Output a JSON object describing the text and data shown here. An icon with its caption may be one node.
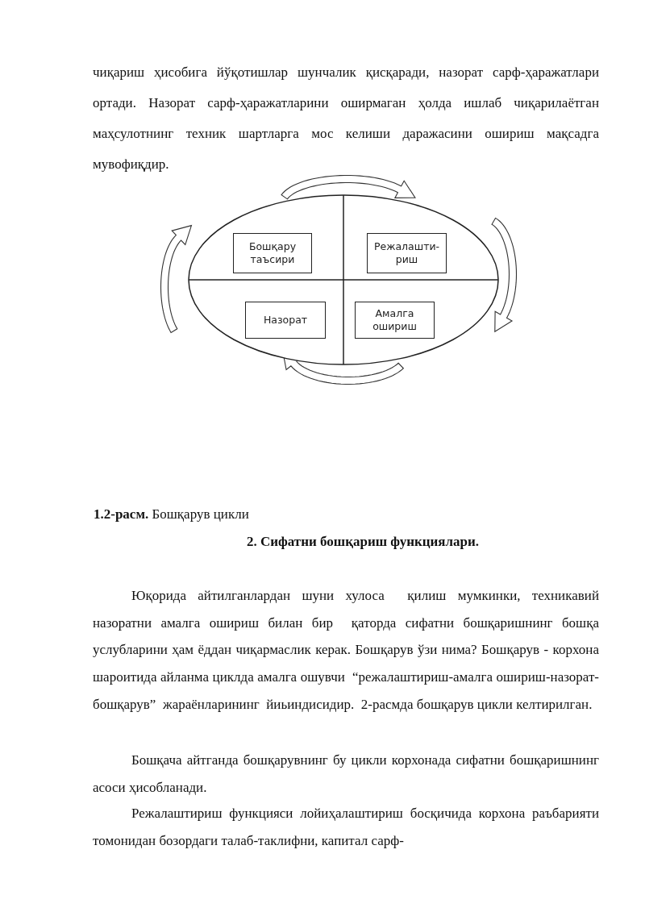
{
  "diagram": {
    "caption": "**1.2-расм.** Бошқарув цикли",
    "nodes": [
      {
        "text": [],
        "shape": "ellipse"
      },
      {
        "text": [
          "Бошқару таъсири"
        ],
        "in": 0
      },
      {
        "text": [
          "Режалашти- риш"
        ],
        "in": 0
      },
      {
        "text": [
          "Назорат"
        ],
        "in": 0
      },
      {
        "text": [
          "Амалга ошириш"
        ],
        "in": 0
      }
    ],
    "labels": [
      "чиқариш ҳисобига йўқотишлар шунчалик қисқаради, назорат сарф-ҳаражатлари ортади. Назорат сарф-ҳаражатларини оширмаган ҳолда ишлаб чиқарилаётган маҳсулотнинг техник шартларга мос келиши даражасини ошириш мақсадга мувофиқдир.",
      "2. Сифатни бошқариш функциялари.",
      "Юқорида айтилганлардан шуни хулоса  қилиш мумкинки, техникавий назоратни амалга ошириш билан бир  қаторда сифатни бошқаришнинг бошқа услубларини ҳам ёддан чиқармаслик керак. Бошқарув ўзи нима? Бошқарув - корхона шароитида айланма циклда амалга ошувчи  “режалаштириш-амалга ошириш-назорат-бошқарув”  жараёнларининг  йиьиндисидир.  2-расмда бошқарув цикли келтирилган.",
      "Бошқача айтганда бошқарувнинг бу цикли корхонада сифатни бошқаришнинг асоси ҳисобланади.",
      "Режалаштириш функцияси лойиҳалаштириш босқичида корхона раъбарияти томонидан бозордаги талаб-таклифни, капитал сарф-"
    ]
  }
}
